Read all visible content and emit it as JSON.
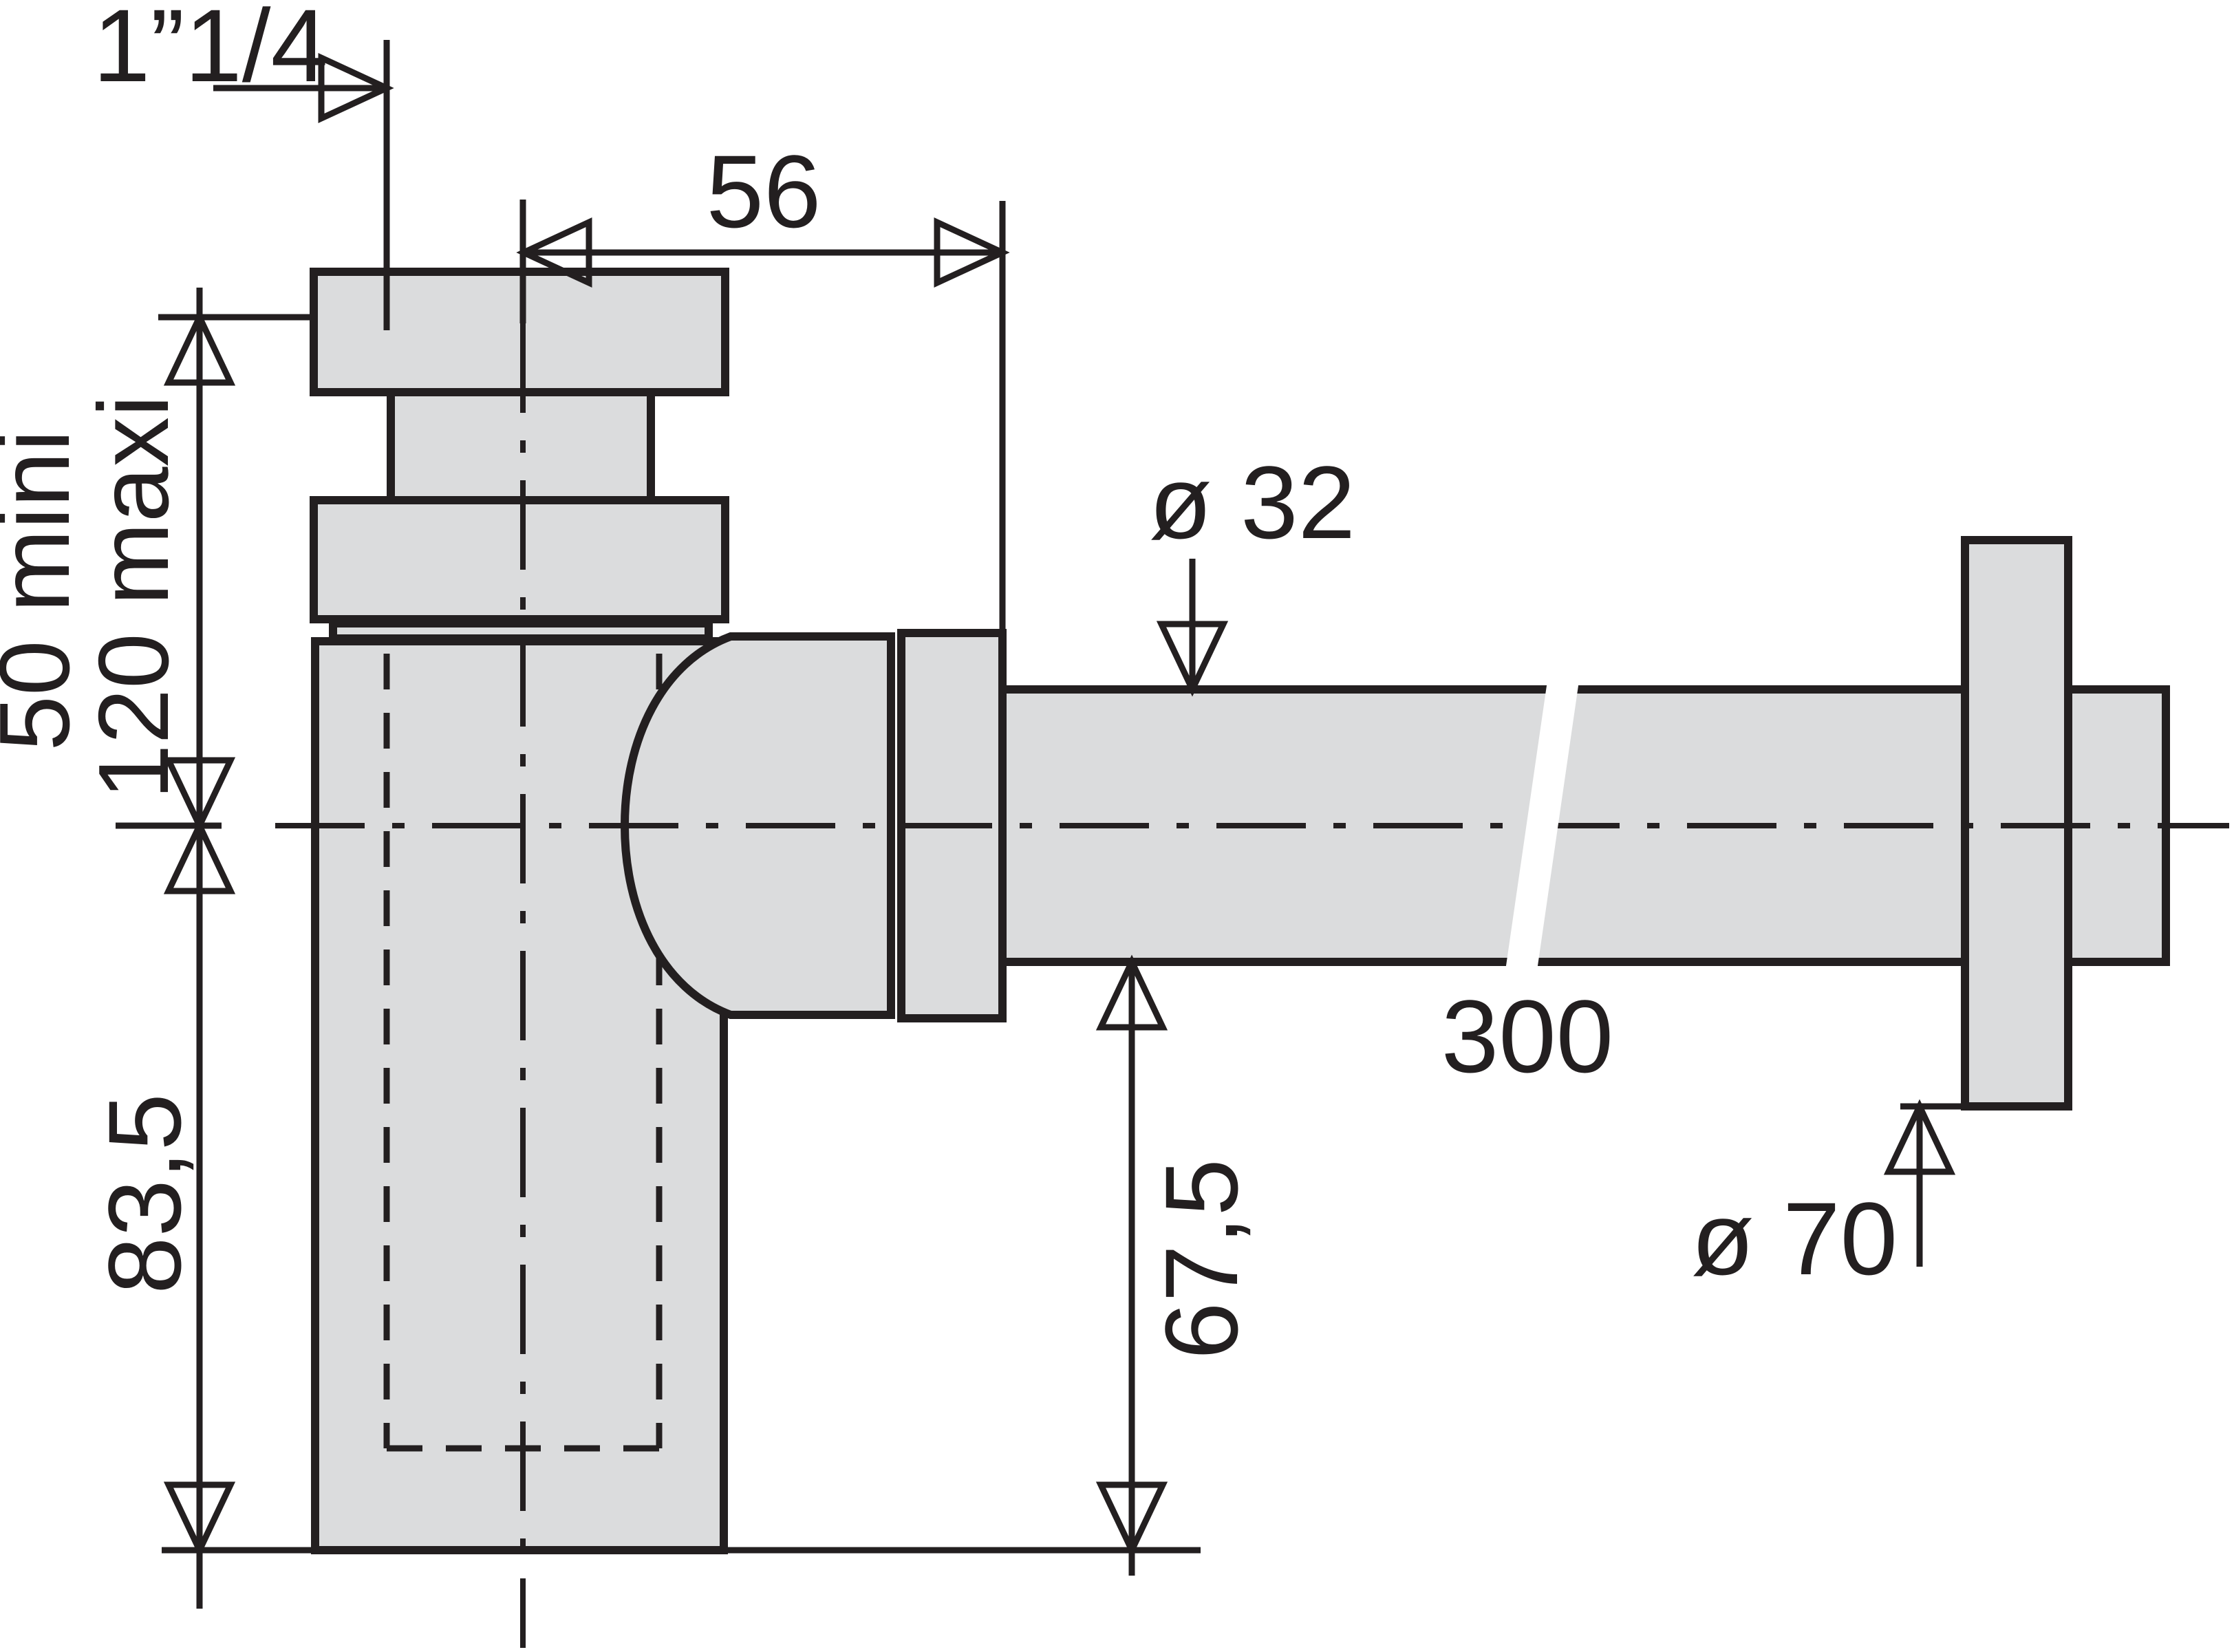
{
  "colors": {
    "line": "#231f20",
    "part_fill": "#dbdcdd",
    "background": "#ffffff"
  },
  "labels": {
    "thread_size": "1”1/4",
    "dim_offset": "56",
    "dim_height_min": "50 mini",
    "dim_height_max": "120 maxi",
    "dim_body_height": "83,5",
    "dim_pipe_diameter": "ø 32",
    "dim_pipe_length": "300",
    "dim_outlet_height": "67,5",
    "dim_rosette_diameter": "ø 70"
  }
}
